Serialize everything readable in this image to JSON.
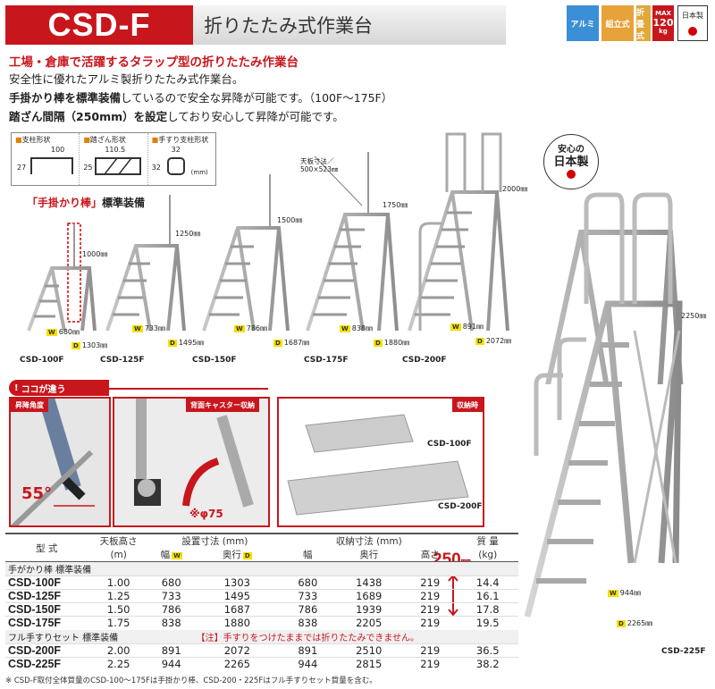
{
  "header": {
    "model": "CSD-F",
    "title": "折りたたみ式作業台",
    "tags": [
      "アルミ",
      "組立式",
      "折畳式"
    ],
    "max_label": "MAX",
    "max_value": "120",
    "max_unit": "kg",
    "jp_label": "日本製"
  },
  "intro": {
    "lead": "工場・倉庫で活躍するタラップ型の折りたたみ作業台",
    "line1": "安全性に優れたアルミ製折りたたみ式作業台。",
    "line2_bold": "手掛かり棒を標準装備",
    "line2_rest": "しているので安全な昇降が可能です。（100F〜175F）",
    "line3_bold": "踏ざん間隔（250mm）を設定",
    "line3_rest": "しており安心して昇降が可能です。"
  },
  "profiles": [
    {
      "label": "支柱形状",
      "w": "100",
      "h": "27"
    },
    {
      "label": "踏ざん形状",
      "w": "110.5",
      "h": "25"
    },
    {
      "label": "手すり支柱形状",
      "w": "32",
      "h": "32",
      "unit": "(mm)"
    }
  ],
  "handrail": {
    "quote": "「手掛かり棒」",
    "rest": "標準装備"
  },
  "safe_badge": {
    "l1": "安心の",
    "l2": "日本製"
  },
  "ladders": [
    {
      "name": "CSD-100F",
      "height": "1000㎜",
      "w": "680㎜",
      "d": "1303㎜"
    },
    {
      "name": "CSD-125F",
      "height": "1250㎜",
      "w": "733㎜",
      "d": "1495㎜"
    },
    {
      "name": "CSD-150F",
      "height": "1500㎜",
      "w": "786㎜",
      "d": "1687㎜"
    },
    {
      "name": "CSD-175F",
      "height": "1750㎜",
      "w": "838㎜",
      "d": "1880㎜"
    },
    {
      "name": "CSD-200F",
      "height": "2000㎜",
      "w": "891㎜",
      "d": "2072㎜"
    }
  ],
  "top_size": {
    "l1": "天板寸法／",
    "l2": "500×523㎜"
  },
  "big": {
    "name": "CSD-225F",
    "height": "2250㎜",
    "w": "944㎜",
    "d": "2265㎜",
    "step": "250",
    "step_unit": "㎜"
  },
  "dim_w": "W",
  "dim_d": "D",
  "diff": {
    "head": "ココが違う",
    "p1": "昇降角度",
    "angle": "55°",
    "p2": "背面キャスター収納",
    "caster": "※φ75",
    "p3": "収納時",
    "s1": "CSD-100F",
    "s2": "CSD-200F"
  },
  "table": {
    "h_model": "型 式",
    "h_top": "天板高さ",
    "h_top_unit": "(m)",
    "h_install": "設置寸法 (mm)",
    "h_store": "収納寸法 (mm)",
    "h_mass": "質 量",
    "h_mass_unit": "(kg)",
    "h_w": "幅",
    "h_d": "奥行",
    "h_w2": "幅",
    "h_d2": "奥行",
    "h_h": "高さ",
    "g1": "手がかり棒 標準装備",
    "g2": "フル手すりセット 標準装備",
    "warn": "【注】手すりをつけたままでは折りたたみできません。",
    "rows1": [
      [
        "CSD-100F",
        "1.00",
        "680",
        "1303",
        "680",
        "1438",
        "219",
        "14.4"
      ],
      [
        "CSD-125F",
        "1.25",
        "733",
        "1495",
        "733",
        "1689",
        "219",
        "16.1"
      ],
      [
        "CSD-150F",
        "1.50",
        "786",
        "1687",
        "786",
        "1939",
        "219",
        "17.8"
      ],
      [
        "CSD-175F",
        "1.75",
        "838",
        "1880",
        "838",
        "2205",
        "219",
        "19.5"
      ]
    ],
    "rows2": [
      [
        "CSD-200F",
        "2.00",
        "891",
        "2072",
        "891",
        "2510",
        "219",
        "36.5"
      ],
      [
        "CSD-225F",
        "2.25",
        "944",
        "2265",
        "944",
        "2815",
        "219",
        "38.2"
      ]
    ]
  },
  "footnote": "※ CSD-F取付全体質量のCSD-100〜175Fは手掛かり棒、CSD-200・225Fはフル手すりセット質量を含む。"
}
